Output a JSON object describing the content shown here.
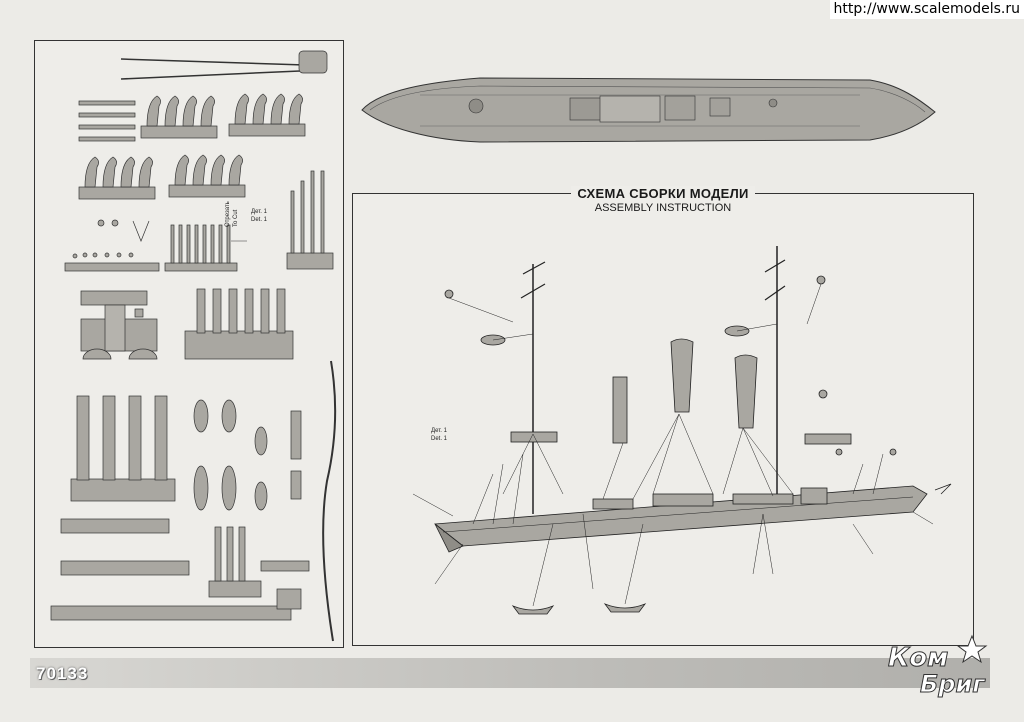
{
  "site_url": "http://www.scalemodels.ru",
  "title_ru": "СХЕМА СБОРКИ МОДЕЛИ",
  "title_en": "ASSEMBLY INSTRUCTION",
  "part_code": "70133",
  "logo": {
    "line1": "Ком",
    "line2": "Бриг"
  },
  "left_labels": {
    "det1": "Дет. 1",
    "det1_en": "Det. 1",
    "cut_ru": "Отрезать",
    "cut_en": "To Cut"
  },
  "right_labels": {
    "det1": "Дет. 1",
    "det1_en": "Det. 1"
  },
  "colors": {
    "part": "#a9a7a1",
    "part_dark": "#8f8d87",
    "line": "#222222"
  }
}
